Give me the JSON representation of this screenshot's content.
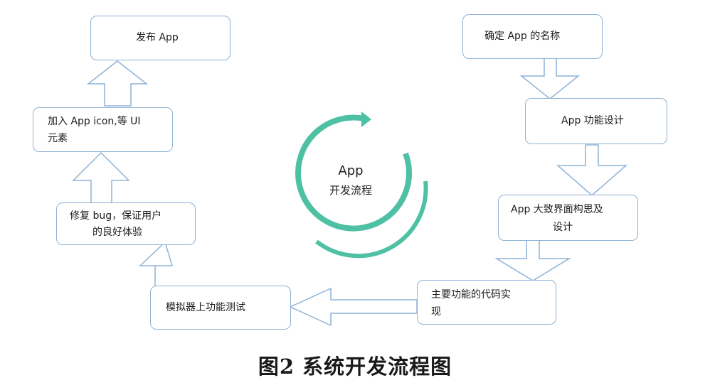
{
  "diagram": {
    "center": {
      "line1": "App",
      "line2": "开发流程"
    },
    "steps": {
      "name": "确定 App 的名称",
      "function": "App 功能设计",
      "ui_line1": "App 大致界面构思及",
      "ui_line2": "设计",
      "code_line1": "主要功能的代码实",
      "code_line2": "现",
      "test": "模拟器上功能测试",
      "fix_line1": "修复 bug，保证用户",
      "fix_line2": "的良好体验",
      "icon_line1": "加入 App icon,等 UI",
      "icon_line2": "元素",
      "publish": "发布 App"
    },
    "colors": {
      "box_border": "#8eb2d6",
      "arrow_stroke": "#8eb2d6",
      "cycle": "#4ec0a4"
    }
  },
  "caption": "图2  系统开发流程图"
}
